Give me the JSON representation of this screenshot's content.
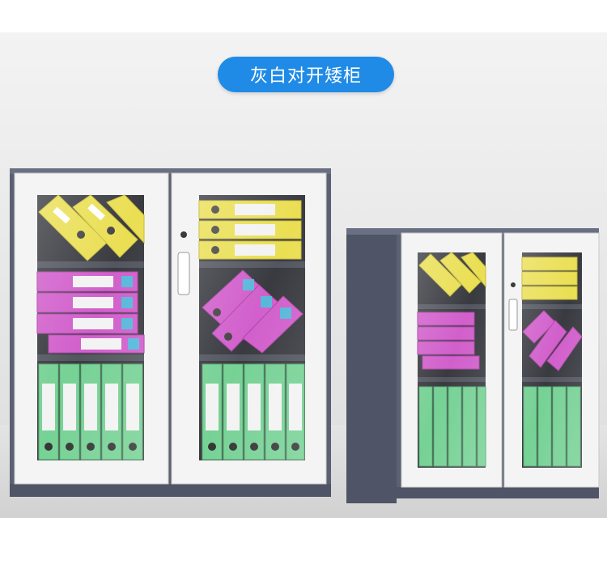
{
  "title": "灰白对开矮柜",
  "colors": {
    "title_bg": "#1f8be6",
    "cabinet_frame": "#5b6173",
    "door_frame": "#f4f4f4",
    "binder_yellow": "#e9dd4a",
    "binder_magenta": "#cf57c9",
    "binder_green": "#6fcf8f"
  },
  "scene": {
    "subjects": [
      "large-cabinet",
      "small-cabinet"
    ],
    "handle_icon": "handle-icon",
    "lock_icon": "lock-icon"
  }
}
